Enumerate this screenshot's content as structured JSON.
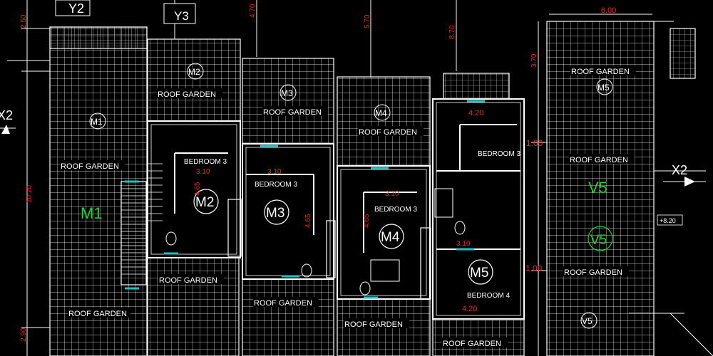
{
  "colors": {
    "background": "#000000",
    "linework": "#ffffff",
    "dimension": "#e8261f",
    "unit_marker": "#22d12c",
    "fixture": "#19c4c4"
  },
  "grid_marks": {
    "y2": "Y2",
    "y3": "Y3",
    "x2_left": "X2",
    "x2_right": "X2",
    "v_top": "V5"
  },
  "units": {
    "m1": "M1",
    "m2": "M2",
    "m3": "M3",
    "m4": "M4",
    "m5": "M5",
    "v5": "V5"
  },
  "rooms": {
    "roof_garden": "ROOF GARDEN",
    "bedroom3": "BEDROOM 3",
    "bedroom4": "BEDROOM 4"
  },
  "dimensions": {
    "d_2_50_top": "2.50",
    "d_4_70": "4.70",
    "d_5_70": "5.70",
    "d_8_70": "8.70",
    "d_6_00": "6.00",
    "d_3_70": "3.70",
    "d_10_20": "10.20",
    "d_2_90_bottom": "2.90",
    "d_1_00_a": "1.00",
    "d_1_00_b": "1.00",
    "d_4_20_a": "4.20",
    "d_4_20_b": "4.20",
    "d_3_10_a": "3.10",
    "d_3_10_b": "3.10",
    "d_3_10_c": "3.10",
    "d_3_10_d": "3.10",
    "d_4_65_a": "4.65",
    "d_4_65_b": "4.65",
    "d_4_65_c": "4.65",
    "d_level": "+8.20"
  }
}
